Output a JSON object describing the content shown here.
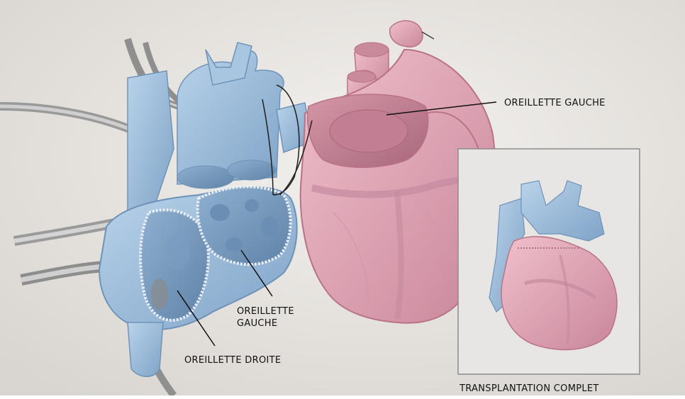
{
  "labels": {
    "left_atrium_top": "OREILLETTE GAUCHE",
    "left_atrium_donor_line1": "OREILLETTE",
    "left_atrium_donor_line2": "GAUCHE",
    "right_atrium": "OREILLETTE DROITE"
  },
  "inset": {
    "caption": "TRANSPLANTATION COMPLET"
  },
  "colors": {
    "recipient_blue": "#9fbfdc",
    "recipient_blue_dark": "#6f93b8",
    "donor_pink": "#e4a4b4",
    "donor_pink_dark": "#b97386",
    "inset_bg": "#e8e6e4",
    "background": "#e6e3df"
  }
}
